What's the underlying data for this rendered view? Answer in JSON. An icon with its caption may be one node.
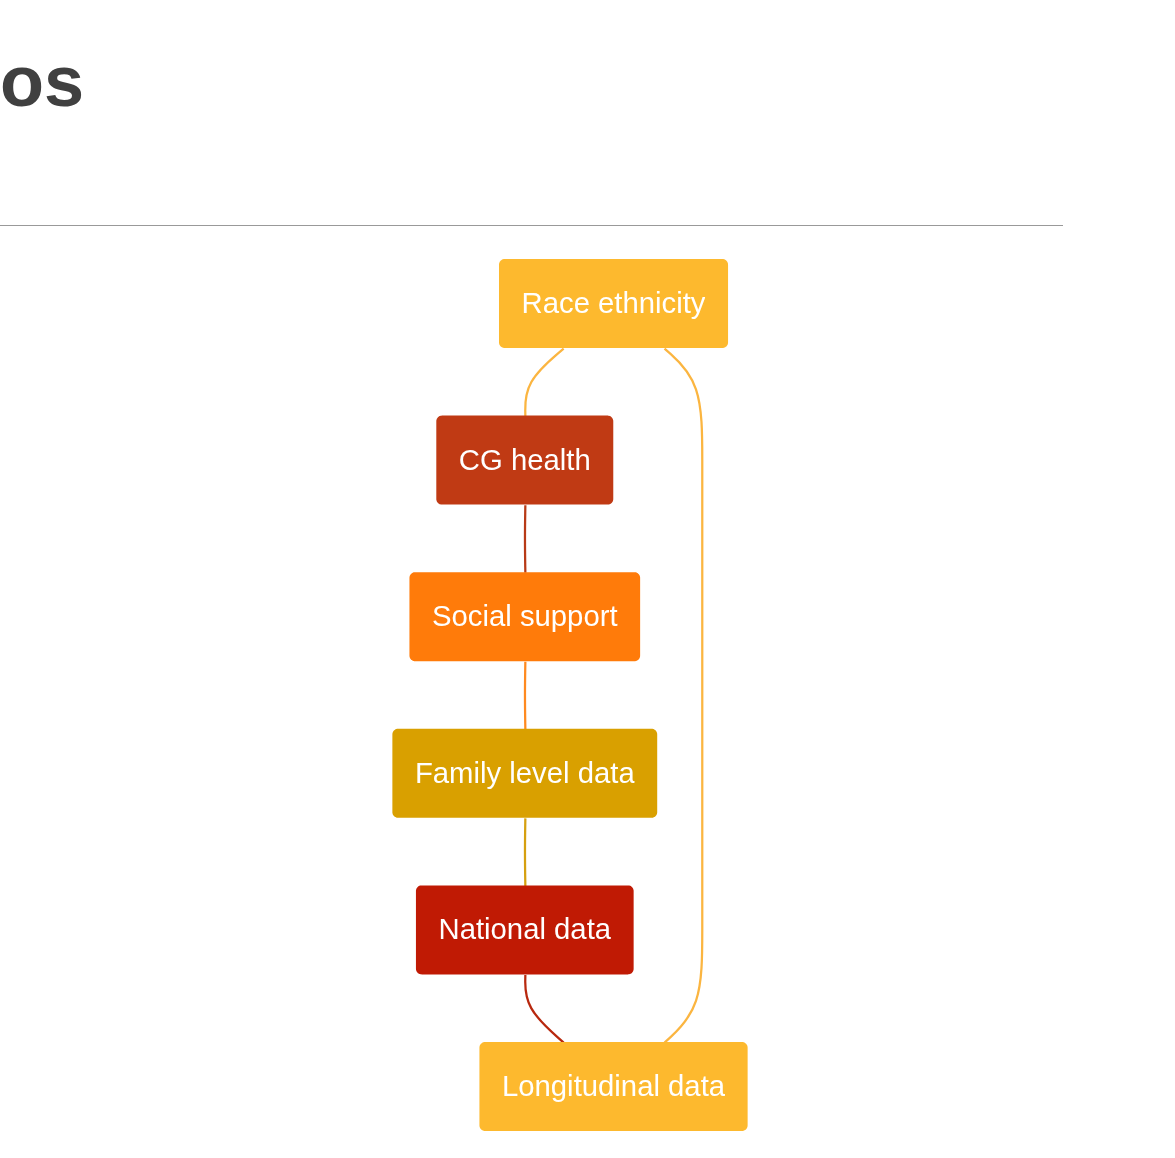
{
  "diagram": {
    "title": "os",
    "nodes": [
      {
        "text": [
          "Race ethnicity"
        ]
      },
      {
        "text": [
          "CG health"
        ]
      },
      {
        "text": [
          "Social support"
        ]
      },
      {
        "text": [
          "Family level data"
        ]
      },
      {
        "text": [
          "National data"
        ]
      },
      {
        "text": [
          "Longitudinal data"
        ]
      }
    ],
    "edges": [
      {
        "from": 0,
        "to": 1,
        "arrow": "none",
        "color": "#fbb540"
      },
      {
        "from": 1,
        "to": 2,
        "arrow": "none",
        "color": "#b83a17"
      },
      {
        "from": 2,
        "to": 3,
        "arrow": "none",
        "color": "#ff8a20"
      },
      {
        "from": 3,
        "to": 4,
        "arrow": "none",
        "color": "#d6a010"
      },
      {
        "from": 4,
        "to": 5,
        "arrow": "none",
        "color": "#b8280e"
      },
      {
        "from": 5,
        "to": 0,
        "arrow": "none",
        "color": "#fbb540"
      }
    ]
  }
}
